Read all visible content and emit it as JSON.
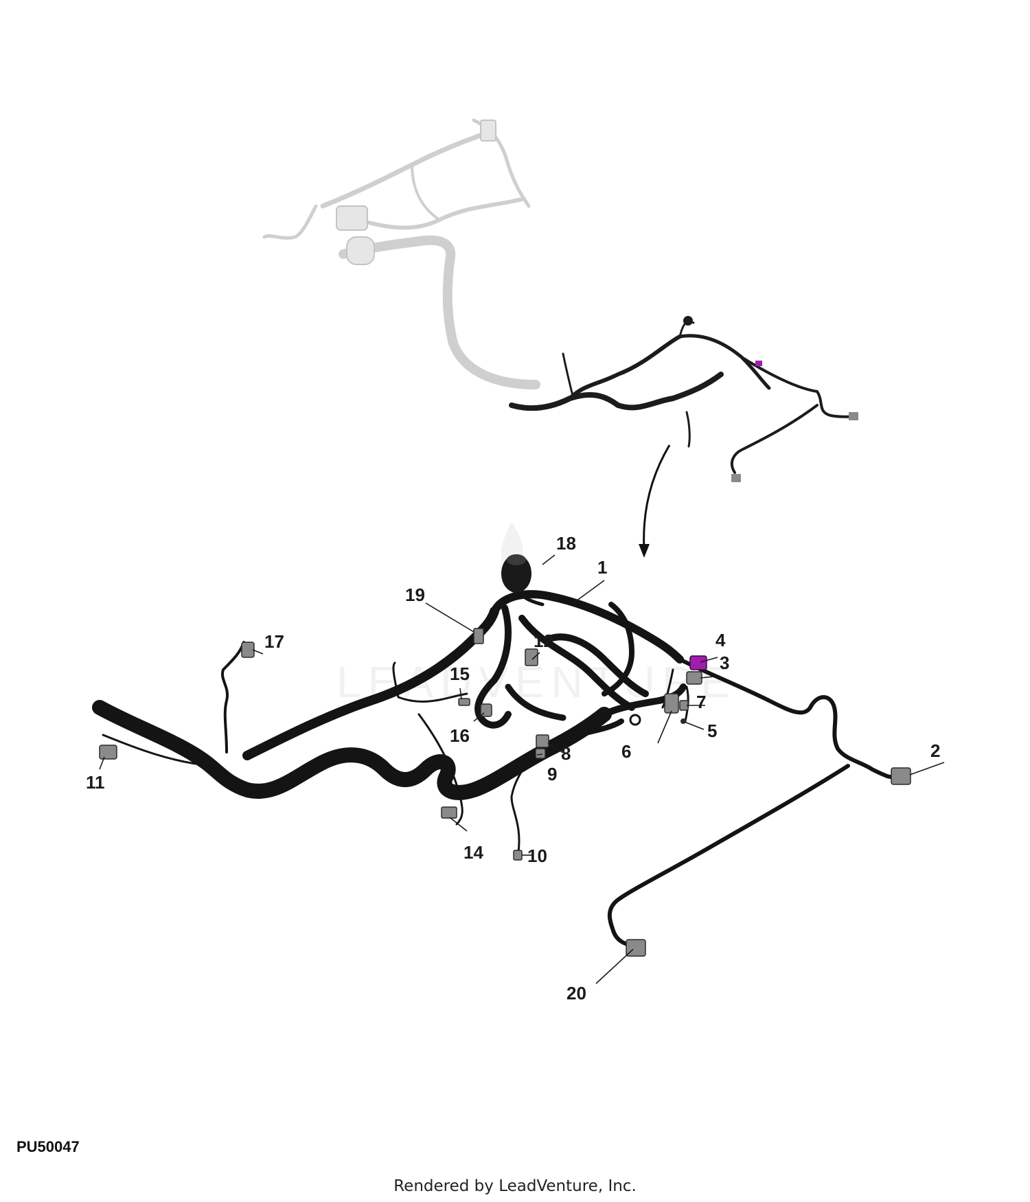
{
  "diagram": {
    "code": "PU50047",
    "credit": "Rendered by LeadVenture, Inc.",
    "watermark": "LEADVENTURE",
    "connector_accent": "#a21caf",
    "callouts": {
      "c1": "1",
      "c2": "2",
      "c3": "3",
      "c4": "4",
      "c5": "5",
      "c6": "6",
      "c7": "7",
      "c8": "8",
      "c9": "9",
      "c10": "10",
      "c11": "11",
      "c12": "12",
      "c14": "14",
      "c15": "15",
      "c16": "16",
      "c17": "17",
      "c18": "18",
      "c19": "19",
      "c20": "20"
    }
  }
}
